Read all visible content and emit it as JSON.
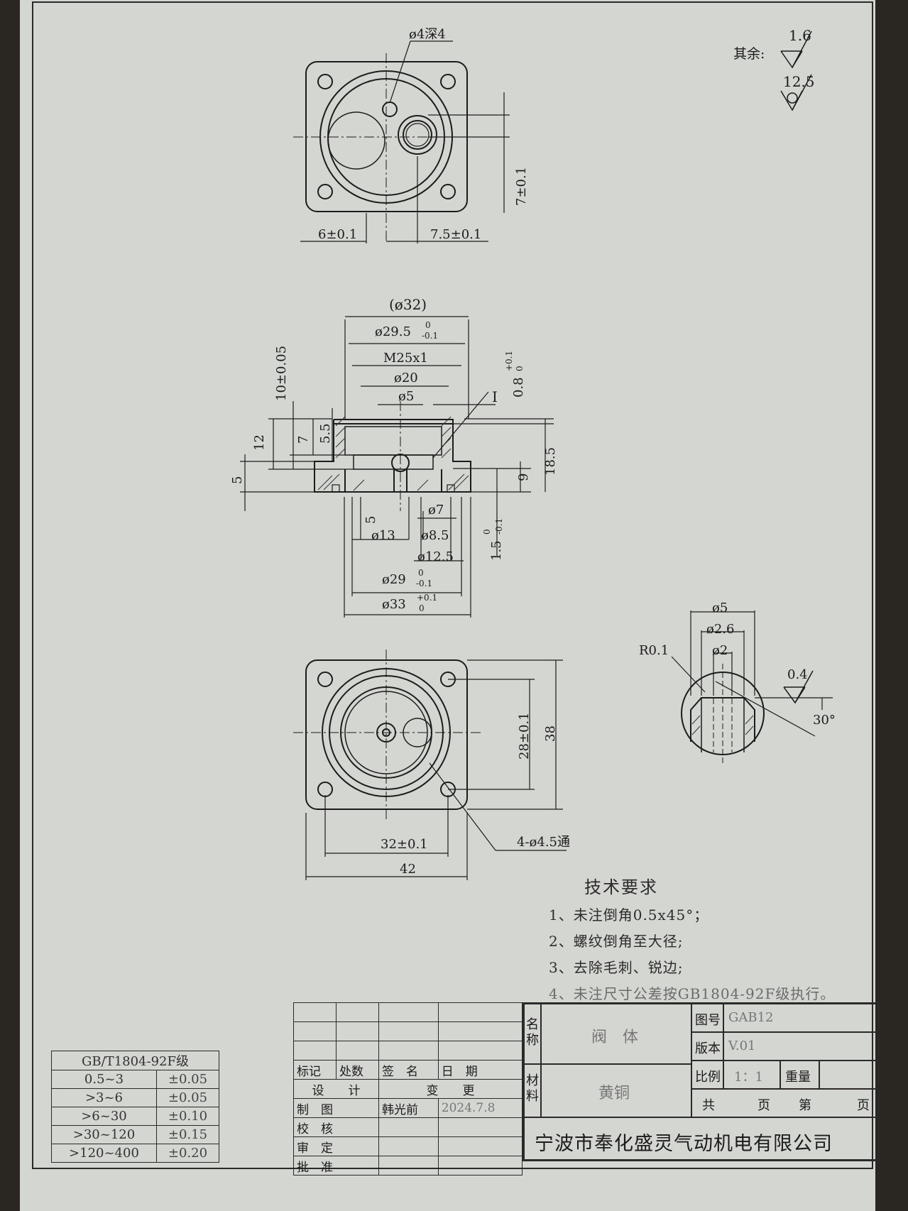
{
  "top_view": {
    "hole_note": "ø4深4",
    "dim_left": "6±0.1",
    "dim_right": "7.5±0.1",
    "dim_vertical": "7±0.1"
  },
  "surface_finish": {
    "label": "其余:",
    "value1": "1.6",
    "value2": "12.5"
  },
  "section_view": {
    "d32": "(ø32)",
    "d29_5": "ø29.5",
    "d29_5_tol_up": "0",
    "d29_5_tol_lo": "-0.1",
    "thread": "M25x1",
    "d20": "ø20",
    "d5": "ø5",
    "detail_mark": "I",
    "h0_8": "0.8",
    "h0_8_tol_up": "+0.1",
    "h0_8_tol_lo": "0",
    "h10": "10±0.05",
    "h12": "12",
    "h7": "7",
    "h5_5": "5.5",
    "h5": "5",
    "h18_5": "18.5",
    "h9": "9",
    "h5b": "5",
    "d7": "ø7",
    "d13": "ø13",
    "d8_5": "ø8.5",
    "h1_5": "1.5",
    "h1_5_tol_up": "0",
    "h1_5_tol_lo": "-0.1",
    "d12_5": "ø12.5",
    "d29": "ø29",
    "d29_tol_up": "0",
    "d29_tol_lo": "-0.1",
    "d33": "ø33",
    "d33_tol_up": "+0.1",
    "d33_tol_lo": "0"
  },
  "detail_view": {
    "d5": "ø5",
    "d2_6": "ø2.6",
    "d2": "ø2",
    "radius": "R0.1",
    "finish": "0.4",
    "angle": "30°"
  },
  "bottom_view": {
    "dim_28": "28±0.1",
    "dim_38": "38",
    "dim_32": "32±0.1",
    "dim_42": "42",
    "holes": "4-ø4.5通"
  },
  "tech_requirements": {
    "title": "技术要求",
    "items": [
      "1、未注倒角0.5x45°；",
      "2、螺纹倒角至大径;",
      "3、去除毛刺、锐边;",
      "4、未注尺寸公差按GB1804-92F级执行。"
    ]
  },
  "tolerance_table": {
    "header": "GB/T1804-92F级",
    "rows": [
      {
        "range": "0.5~3",
        "tol": "±0.05"
      },
      {
        "range": ">3~6",
        "tol": "±0.05"
      },
      {
        "range": ">6~30",
        "tol": "±0.10"
      },
      {
        "range": ">30~120",
        "tol": "±0.15"
      },
      {
        "range": ">120~400",
        "tol": "±0.20"
      }
    ]
  },
  "title_block": {
    "mark": "标记",
    "place": "处数",
    "sign": "签　名",
    "date": "日　期",
    "design": "设　　计",
    "change": "变　　更",
    "draw": "制　图",
    "drawer": "韩光前",
    "draw_date": "2024.7.8",
    "check": "校　核",
    "review": "审　定",
    "approve": "批　准",
    "name_label": "名称",
    "part_name": "阀　体",
    "material_label": "材料",
    "material": "黄铜",
    "drawing_no_label": "图号",
    "drawing_no": "GAB12",
    "version_label": "版本",
    "version": "V.01",
    "scale_label": "比例",
    "scale": "1：1",
    "weight_label": "重量",
    "total": "共",
    "page": "页",
    "nth": "第",
    "page2": "页",
    "company": "宁波市奉化盛灵气动机电有限公司"
  }
}
